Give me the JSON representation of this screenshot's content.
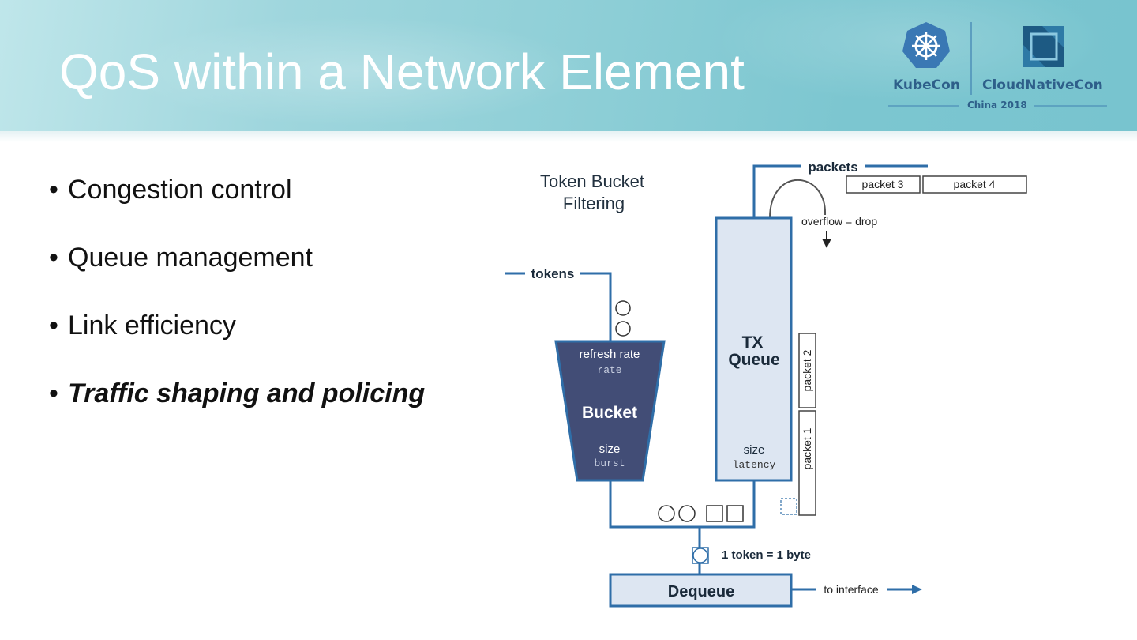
{
  "slide": {
    "title": "QoS within a Network Element"
  },
  "logo": {
    "left": "KubeCon",
    "right": "CloudNativeCon",
    "sub": "China 2018"
  },
  "bullets": [
    {
      "text": "Congestion control",
      "emphasis": false
    },
    {
      "text": "Queue management",
      "emphasis": false
    },
    {
      "text": "Link efficiency",
      "emphasis": false
    },
    {
      "text": "Traffic shaping and policing",
      "emphasis": true
    }
  ],
  "diagram": {
    "title_line1": "Token Bucket",
    "title_line2": "Filtering",
    "tokens": "tokens",
    "packets": "packets",
    "packet_3": "packet 3",
    "packet_4": "packet 4",
    "packet_2": "packet 2",
    "packet_1": "packet 1",
    "overflow": "overflow = drop",
    "bucket_refresh": "refresh rate",
    "bucket_rate": "rate",
    "bucket_title": "Bucket",
    "bucket_size": "size",
    "bucket_burst": "burst",
    "queue_tx": "TX",
    "queue_queue": "Queue",
    "queue_size": "size",
    "queue_latency": "latency",
    "token_byte": "1 token = 1 byte",
    "dequeue": "Dequeue",
    "to_interface": "to interface",
    "colors": {
      "line": "#2f6ea8",
      "bucket_fill": "#424d76",
      "queue_fill": "#dde6f2",
      "text_dark": "#1a2a3a"
    }
  }
}
